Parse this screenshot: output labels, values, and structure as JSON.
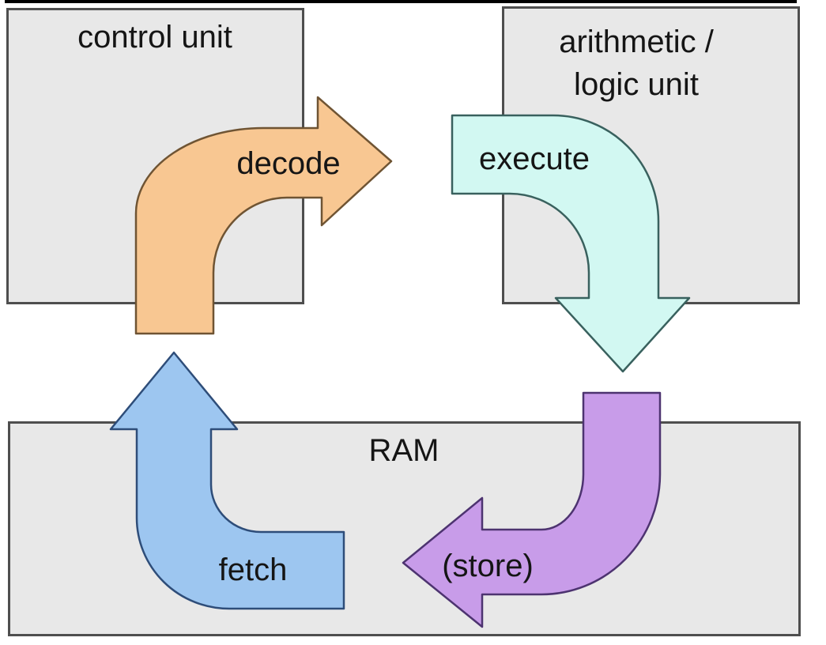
{
  "diagram": {
    "subject": "cpu-instruction-cycle",
    "colors": {
      "background": "#ffffff",
      "top_bar": "#000000",
      "box_fill": "#e8e8e8",
      "box_border": "#4e4e4e",
      "text": "#151515"
    },
    "boxes": {
      "control_unit": {
        "label": "control unit"
      },
      "alu": {
        "line1": "arithmetic /",
        "line2": "logic unit"
      },
      "ram": {
        "label": "RAM"
      }
    },
    "arrows": {
      "decode": {
        "label": "decode",
        "fill": "#f8c792",
        "stroke": "#6f5433"
      },
      "execute": {
        "label": "execute",
        "fill": "#d2f8f2",
        "stroke": "#39615e"
      },
      "store": {
        "label": "(store)",
        "fill": "#c89ce9",
        "stroke": "#4d3370"
      },
      "fetch": {
        "label": "fetch",
        "fill": "#9dc6f0",
        "stroke": "#2e4d79"
      }
    }
  }
}
